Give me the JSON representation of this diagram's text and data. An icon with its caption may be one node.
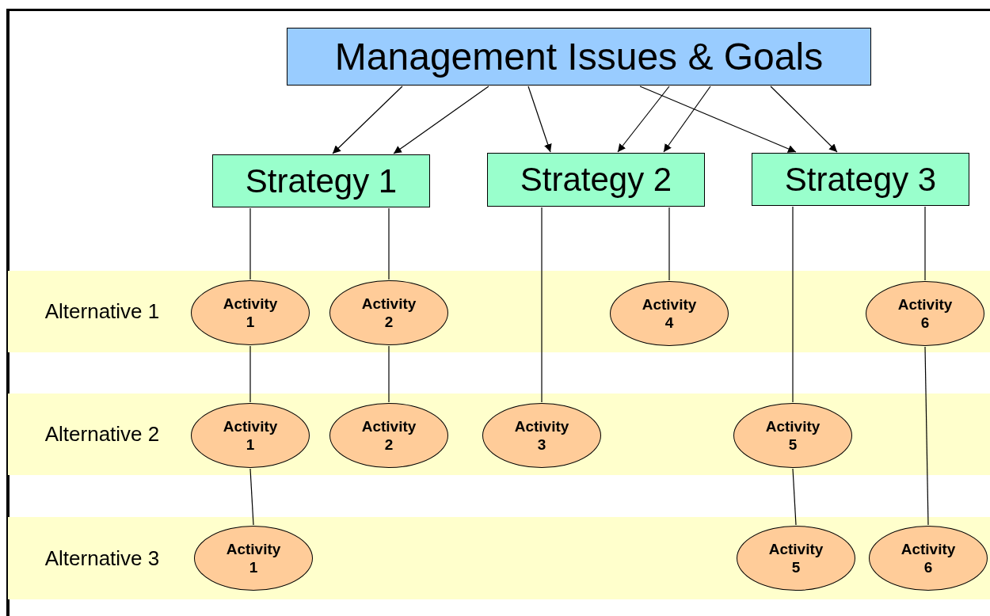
{
  "diagram": {
    "nodes": [
      {
        "text": [
          "Management Issues & Goals"
        ]
      },
      {
        "text": [
          "Strategy 1"
        ]
      },
      {
        "text": [
          "Strategy 2"
        ]
      },
      {
        "text": [
          "Strategy 3"
        ]
      },
      {
        "text": [
          "Alternative 1"
        ]
      },
      {
        "text": [
          "Activity 1"
        ],
        "in": 4
      },
      {
        "text": [
          "Activity 2"
        ],
        "in": 4
      },
      {
        "text": [
          "Activity 4"
        ],
        "in": 4
      },
      {
        "text": [
          "Activity 6"
        ],
        "in": 4
      },
      {
        "text": [
          "Alternative 2"
        ]
      },
      {
        "text": [
          "Activity 1"
        ],
        "in": 9
      },
      {
        "text": [
          "Activity 2"
        ],
        "in": 9
      },
      {
        "text": [
          "Activity 3"
        ],
        "in": 9
      },
      {
        "text": [
          "Activity 5"
        ],
        "in": 9
      },
      {
        "text": [
          "Alternative 3"
        ]
      },
      {
        "text": [
          "Activity 1"
        ],
        "in": 14
      },
      {
        "text": [
          "Activity 5"
        ],
        "in": 14
      },
      {
        "text": [
          "Activity 6"
        ],
        "in": 14
      }
    ],
    "edges": [
      {
        "from": 0,
        "to": 1,
        "arrow": "to"
      },
      {
        "from": 0,
        "to": 1,
        "arrow": "to"
      },
      {
        "from": 0,
        "to": 2,
        "arrow": "to"
      },
      {
        "from": 0,
        "to": 2,
        "arrow": "to"
      },
      {
        "from": 0,
        "to": 2,
        "arrow": "to"
      },
      {
        "from": 0,
        "to": 3,
        "arrow": "to"
      },
      {
        "from": 0,
        "to": 3,
        "arrow": "to"
      },
      {
        "from": 1,
        "to": 5,
        "arrow": "none"
      },
      {
        "from": 5,
        "to": 10,
        "arrow": "none"
      },
      {
        "from": 10,
        "to": 15,
        "arrow": "none"
      },
      {
        "from": 1,
        "to": 6,
        "arrow": "none"
      },
      {
        "from": 6,
        "to": 11,
        "arrow": "none"
      },
      {
        "from": 2,
        "to": 12,
        "arrow": "none"
      },
      {
        "from": 2,
        "to": 7,
        "arrow": "none"
      },
      {
        "from": 3,
        "to": 13,
        "arrow": "none"
      },
      {
        "from": 13,
        "to": 16,
        "arrow": "none"
      },
      {
        "from": 3,
        "to": 8,
        "arrow": "none"
      },
      {
        "from": 8,
        "to": 17,
        "arrow": "none"
      }
    ]
  }
}
